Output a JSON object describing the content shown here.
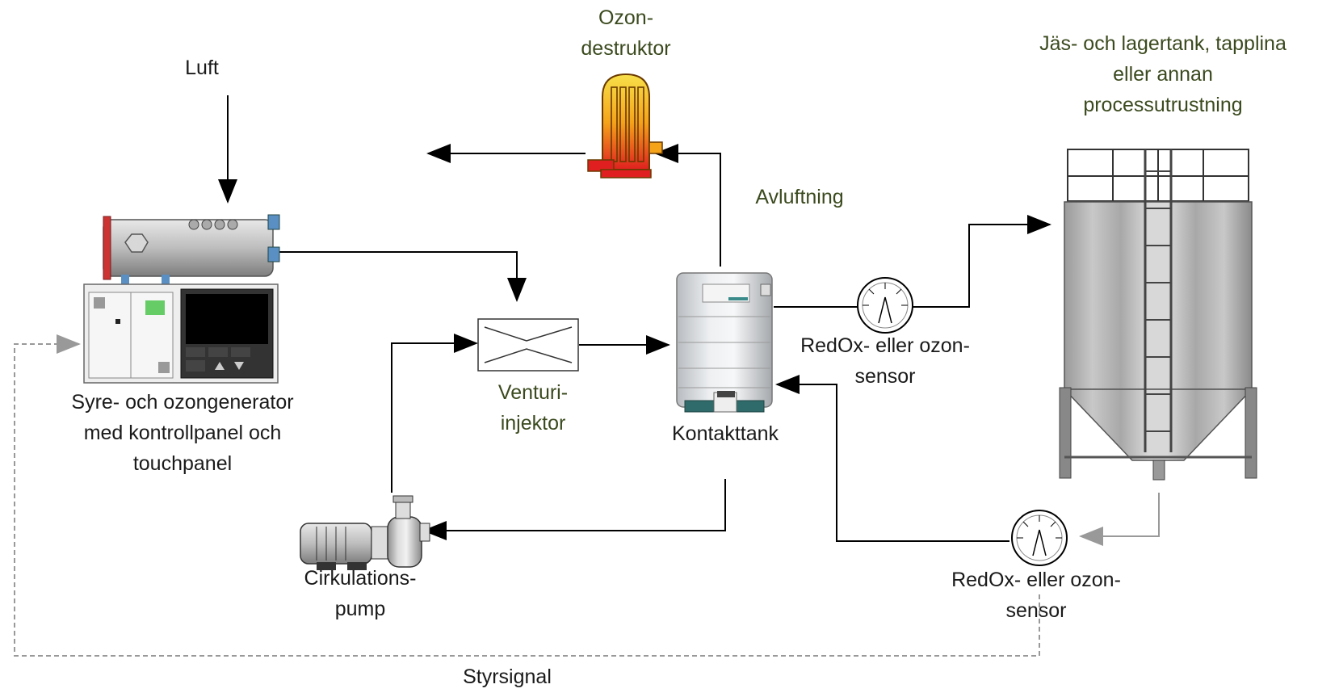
{
  "labels": {
    "luft": "Luft",
    "ozondestruktor_1": "Ozon-",
    "ozondestruktor_2": "destruktor",
    "jastank_1": "Jäs- och lagertank, tapplina",
    "jastank_2": "eller annan",
    "jastank_3": "processutrustning",
    "avluftning": "Avluftning",
    "generator_1": "Syre- och ozongenerator",
    "generator_2": "med kontrollpanel och",
    "generator_3": "touchpanel",
    "venturi_1": "Venturi-",
    "venturi_2": "injektor",
    "kontakttank": "Kontakttank",
    "sensor1_1": "RedOx- eller ozon-",
    "sensor1_2": "sensor",
    "sensor2_1": "RedOx- eller ozon-",
    "sensor2_2": "sensor",
    "pump_1": "Cirkulations-",
    "pump_2": "pump",
    "styrsignal": "Styrsignal"
  },
  "colors": {
    "flow_line": "#000000",
    "signal_line": "#999999",
    "label_green": "#3b4a1e",
    "label_dark": "#1a1a1a",
    "destructor_hot": "#e02020",
    "destructor_warm": "#f7c21a"
  }
}
